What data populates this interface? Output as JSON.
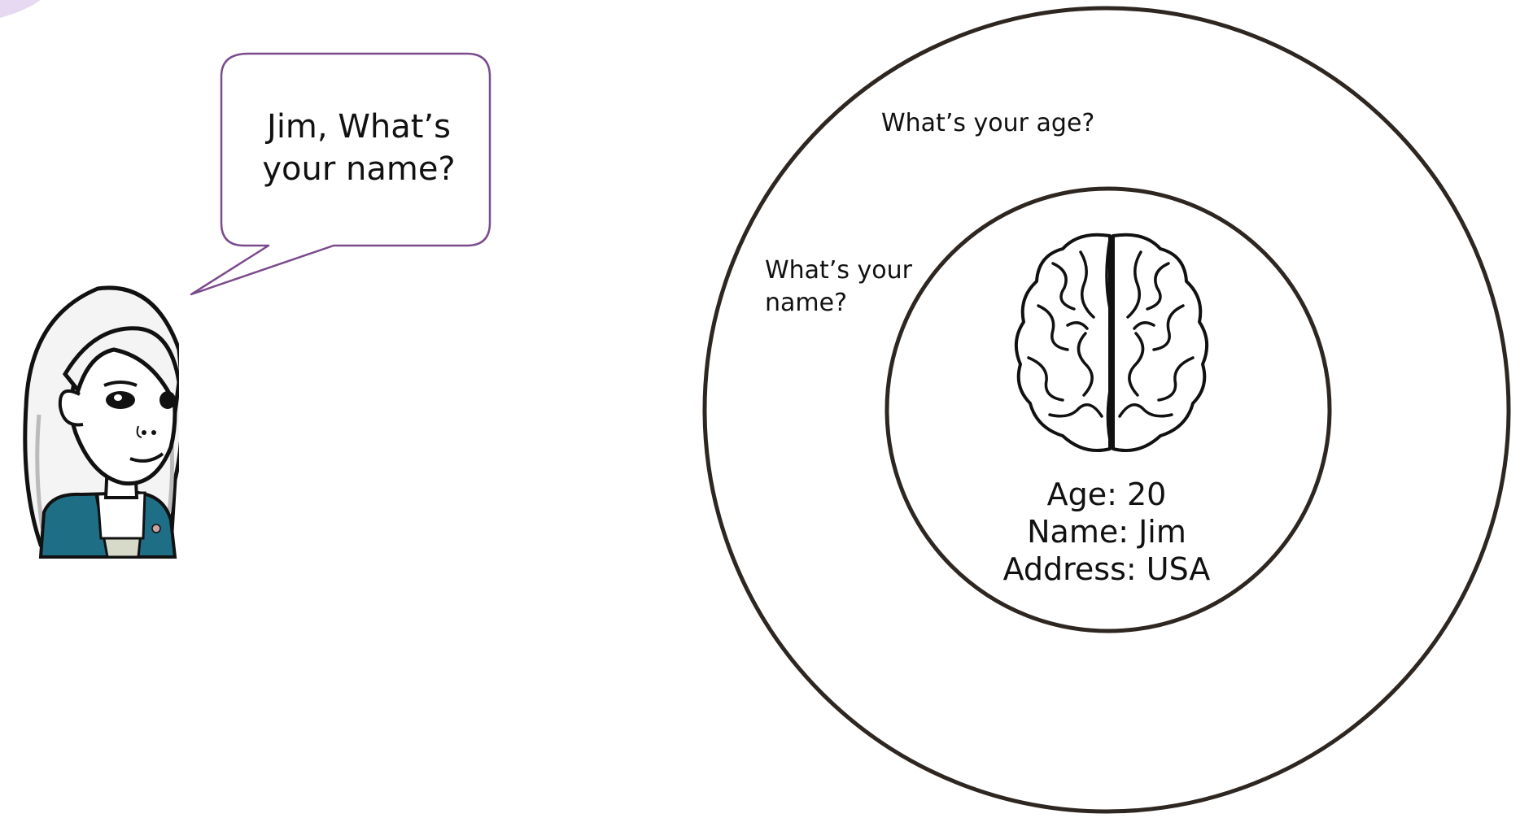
{
  "speech_bubble": {
    "lines": [
      "Jim, What’s",
      "your name?"
    ],
    "border_color": "#7a4a8c"
  },
  "outer_circle": {
    "question_age": "What’s your age?",
    "question_name_lines": [
      "What’s your",
      "name?"
    ]
  },
  "inner_circle": {
    "icon": "brain-icon",
    "memory_lines": [
      "Age: 20",
      "Name: Jim",
      "Address: USA"
    ]
  },
  "character": {
    "icon": "person-avatar-icon",
    "jacket_color": "#1e6e86"
  },
  "circle_stroke_color": "#2e2620"
}
